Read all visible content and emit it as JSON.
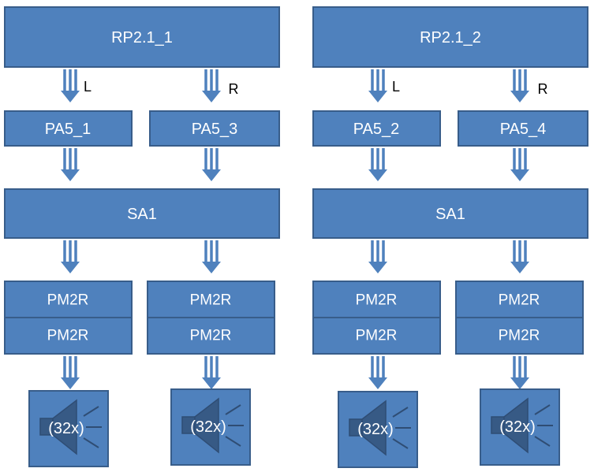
{
  "colors": {
    "fill": "#4f81bd",
    "stroke": "#385d8a",
    "text": "#ffffff",
    "arrow": "#4f81bd"
  },
  "left": {
    "rp": "RP2.1_1",
    "pa_left": "PA5_1",
    "pa_right": "PA5_3",
    "sa": "SA1",
    "pm_left": [
      "PM2R",
      "PM2R"
    ],
    "pm_right": [
      "PM2R",
      "PM2R"
    ],
    "speaker_left": "(32x)",
    "speaker_right": "(32x)"
  },
  "right": {
    "rp": "RP2.1_2",
    "pa_left": "PA5_2",
    "pa_right": "PA5_4",
    "sa": "SA1",
    "pm_left": [
      "PM2R",
      "PM2R"
    ],
    "pm_right": [
      "PM2R",
      "PM2R"
    ],
    "speaker_left": "(32x)",
    "speaker_right": "(32x)"
  },
  "channels": {
    "left": "L",
    "right": "R"
  },
  "icons": {
    "arrow": "double-line-down-arrow-icon",
    "speaker": "speaker-icon"
  }
}
